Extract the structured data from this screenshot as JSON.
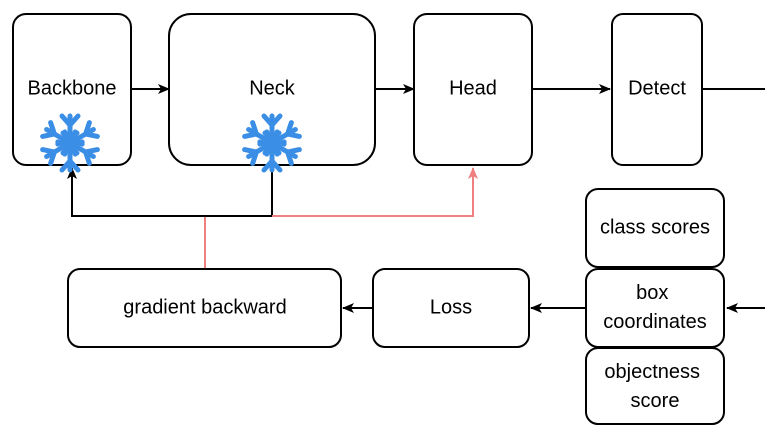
{
  "nodes": {
    "backbone": "Backbone",
    "neck": "Neck",
    "head": "Head",
    "detect": "Detect",
    "class_scores": "class scores",
    "box_coordinates": [
      "box",
      "coordinates"
    ],
    "objectness_score": [
      "objectness",
      "score"
    ],
    "loss": "Loss",
    "gradient_backward": "gradient backward"
  },
  "frozen_marker": "snowflake-icon",
  "colors": {
    "stroke": "#000000",
    "gradient_to_head": "#f08080",
    "snowflake": "#3a8ee6"
  }
}
